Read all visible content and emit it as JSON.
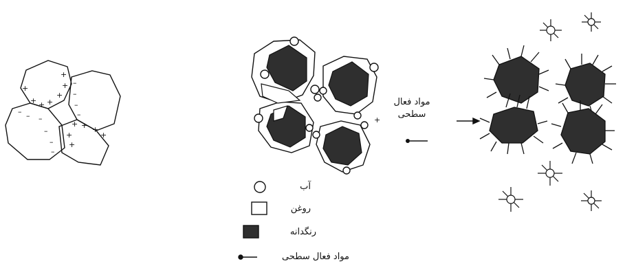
{
  "colors": {
    "ink": "#111111",
    "pigment_fill": "#2f2f2f",
    "paper": "#ffffff"
  },
  "middle": {
    "label_line1": "مواد فعال",
    "label_line2": "سطحی",
    "plus_sign": "+"
  },
  "legend": [
    {
      "text": "آب",
      "swatch": "circle"
    },
    {
      "text": "روغن",
      "swatch": "square-open"
    },
    {
      "text": "رنگدانه",
      "swatch": "square-filled"
    },
    {
      "text": "مواد فعال سطحی",
      "swatch": "surfactant-symbol"
    }
  ]
}
